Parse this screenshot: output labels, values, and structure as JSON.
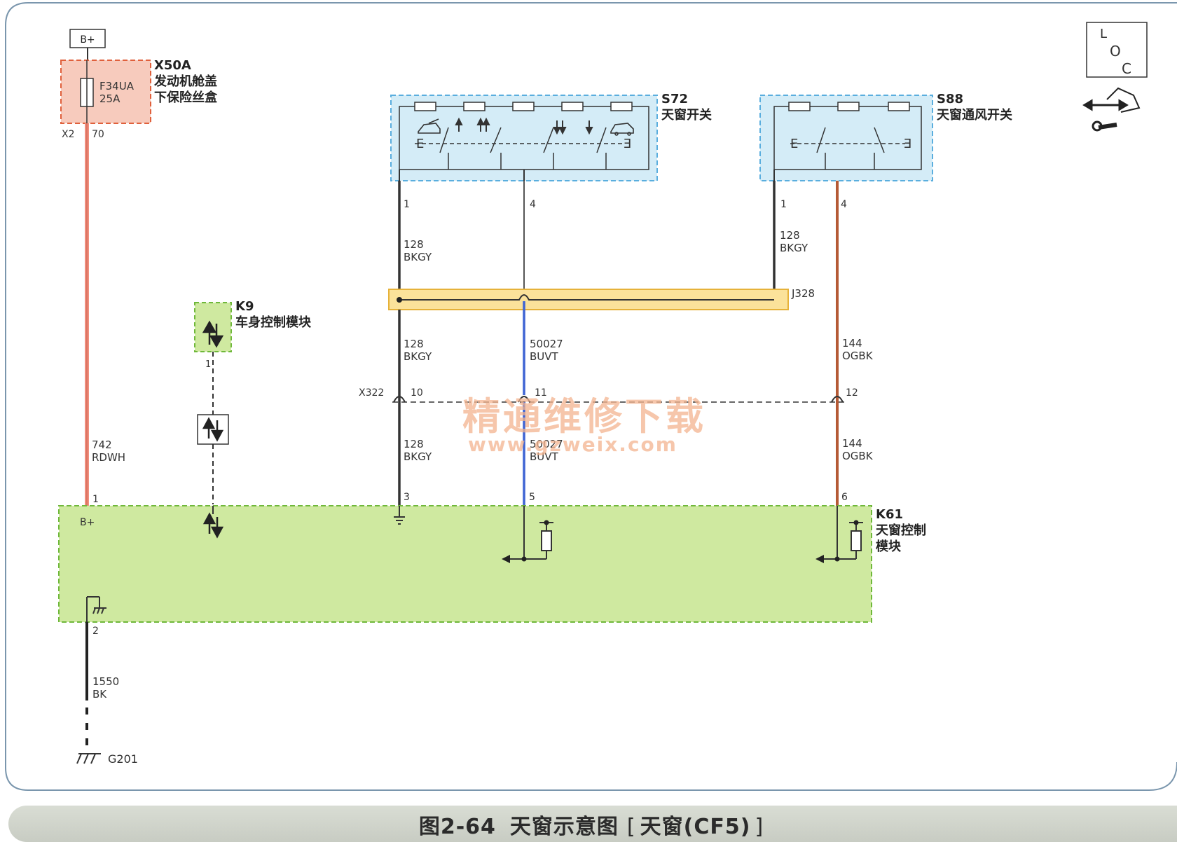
{
  "power_source": {
    "label": "B+"
  },
  "fusebox": {
    "id": "X50A",
    "name_line1": "发动机舱盖",
    "name_line2": "下保险丝盒",
    "fuse_name": "F34UA",
    "fuse_rating": "25A",
    "connector": "X2",
    "pin": "70"
  },
  "wire_742": {
    "circuit": "742",
    "color": "RDWH"
  },
  "k9": {
    "id": "K9",
    "name": "车身控制模块",
    "pin": "1"
  },
  "s72": {
    "id": "S72",
    "name": "天窗开关",
    "pin_a": "1",
    "pin_b": "4"
  },
  "s88": {
    "id": "S88",
    "name": "天窗通风开关",
    "pin_a": "1",
    "pin_b": "4"
  },
  "wire_128_s72": {
    "circuit": "128",
    "color": "BKGY"
  },
  "wire_128_s88": {
    "circuit": "128",
    "color": "BKGY"
  },
  "splice": {
    "id": "J328"
  },
  "wire_128_mid": {
    "circuit": "128",
    "color": "BKGY"
  },
  "wire_50027_mid": {
    "circuit": "50027",
    "color": "BUVT"
  },
  "wire_144_mid": {
    "circuit": "144",
    "color": "OGBK"
  },
  "inline_connector": {
    "id": "X322",
    "pin_a": "10",
    "pin_b": "11",
    "pin_c": "12"
  },
  "wire_128_low": {
    "circuit": "128",
    "color": "BKGY"
  },
  "wire_50027_low": {
    "circuit": "50027",
    "color": "BUVT"
  },
  "wire_144_low": {
    "circuit": "144",
    "color": "OGBK"
  },
  "k61": {
    "id": "K61",
    "name_line1": "天窗控制",
    "name_line2": "模块",
    "bplus": "B+",
    "pin_power": "1",
    "pin_ground": "2",
    "pin_128": "3",
    "pin_50027": "5",
    "pin_144": "6"
  },
  "wire_1550": {
    "circuit": "1550",
    "color": "BK"
  },
  "ground": {
    "id": "G201"
  },
  "loc_box": {
    "l": "L",
    "o": "O",
    "c": "C"
  },
  "watermark": {
    "cn": "精通维修下载",
    "url": "www.gzweix.com"
  },
  "caption": {
    "fig": "图2-64",
    "title": "天窗示意图",
    "bracket_open": "[",
    "system": "天窗(CF5)",
    "bracket_close": "]"
  },
  "colors": {
    "fuse_fill": "#f7cbbd",
    "fuse_border": "#e0603c",
    "switch_fill": "#d4ecf7",
    "switch_border": "#5aaede",
    "module_fill": "#cfe9a0",
    "module_border": "#6fb83a",
    "splice_fill": "#fbe29a",
    "splice_border": "#e6b23a",
    "wire_red": "#f08f7e",
    "wire_blue": "#3f64d4",
    "wire_orange": "#b55a35",
    "wire_dark": "#333333"
  }
}
